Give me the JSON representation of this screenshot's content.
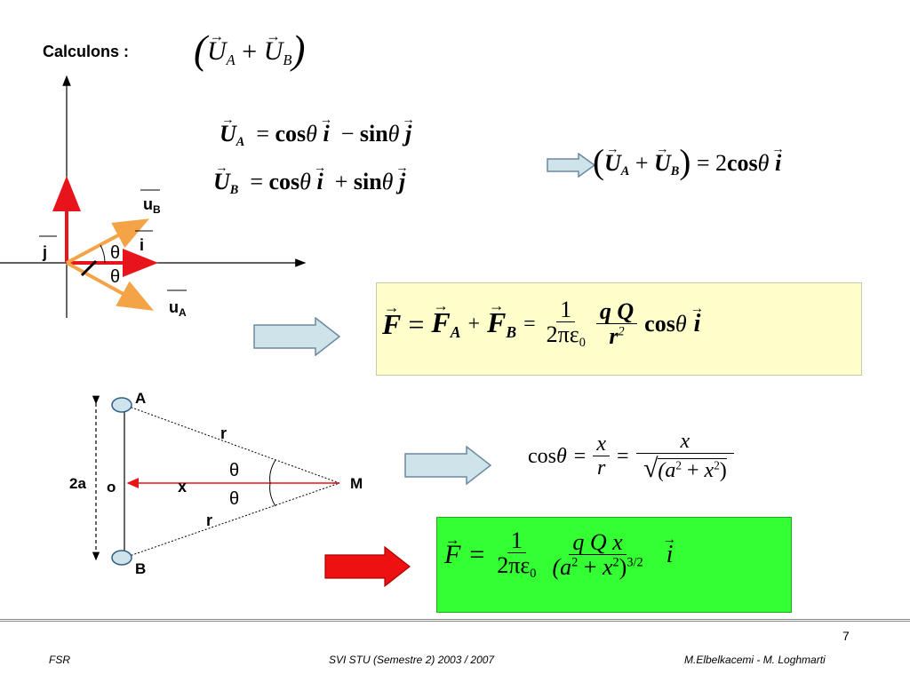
{
  "header": {
    "label": "Calculons :"
  },
  "eq_top": {
    "U": "U",
    "A": "A",
    "B": "B",
    "plus": "+"
  },
  "eq_UA": {
    "U": "U",
    "sub": "A",
    "eq": "=",
    "cos": "cos",
    "theta": "θ",
    "i": "i",
    "minus": "−",
    "sin": "sin",
    "j": "j"
  },
  "eq_UB": {
    "U": "U",
    "sub": "B",
    "eq": "=",
    "cos": "cos",
    "theta": "θ",
    "i": "i",
    "plus": "+",
    "sin": "sin",
    "j": "j"
  },
  "eq_sum": {
    "U": "U",
    "A": "A",
    "B": "B",
    "plus": "+",
    "eq": "=",
    "two": "2",
    "cos": "cos",
    "theta": "θ",
    "i": "i"
  },
  "diagram1": {
    "j": "j",
    "uB": "u",
    "uB_sub": "B",
    "i": "i",
    "theta1": "θ",
    "theta2": "θ",
    "uA": "u",
    "uA_sub": "A"
  },
  "eq_F": {
    "F": "F",
    "eq": "=",
    "A": "A",
    "B": "B",
    "plus": "+",
    "num1": "1",
    "den1": "2πε",
    "den1_sub": "0",
    "num2": "q Q",
    "den2": "r",
    "den2_sup": "2",
    "cos": "cos",
    "theta": "θ",
    "i": "i"
  },
  "diagram2": {
    "A": "A",
    "B": "B",
    "r_top": "r",
    "r_bottom": "r",
    "two_a": "2a",
    "o": "o",
    "x": "x",
    "theta_top": "θ",
    "theta_bottom": "θ",
    "M": "M"
  },
  "eq_cos": {
    "cos": "cos",
    "theta": "θ",
    "eq": "=",
    "x": "x",
    "r": "r",
    "x2": "x",
    "sqrt_a": "(a",
    "a_sup": "2",
    "plus": "+",
    "sqrt_x": "x",
    "x_sup": "2",
    "close": ")"
  },
  "eq_final": {
    "F": "F",
    "eq": "=",
    "num1": "1",
    "den1": "2πε",
    "den1_sub": "0",
    "num2": "q Q  x",
    "den2_a": "(a",
    "a_sup": "2",
    "plus": "+",
    "x": "x",
    "x_sup": "2",
    "close": ")",
    "exp": "3/2",
    "i": "i"
  },
  "colors": {
    "red": "#e8141c",
    "orange": "#f5a347",
    "arrow_fill": "#cfe3ea",
    "arrow_stroke": "#6a8aa0",
    "red_arrow": "#ee1111"
  },
  "footer": {
    "page": "7",
    "left": "FSR",
    "center": "SVI STU  (Semestre 2) 2003 / 2007",
    "right": "M.Elbelkacemi - M. Loghmarti"
  }
}
